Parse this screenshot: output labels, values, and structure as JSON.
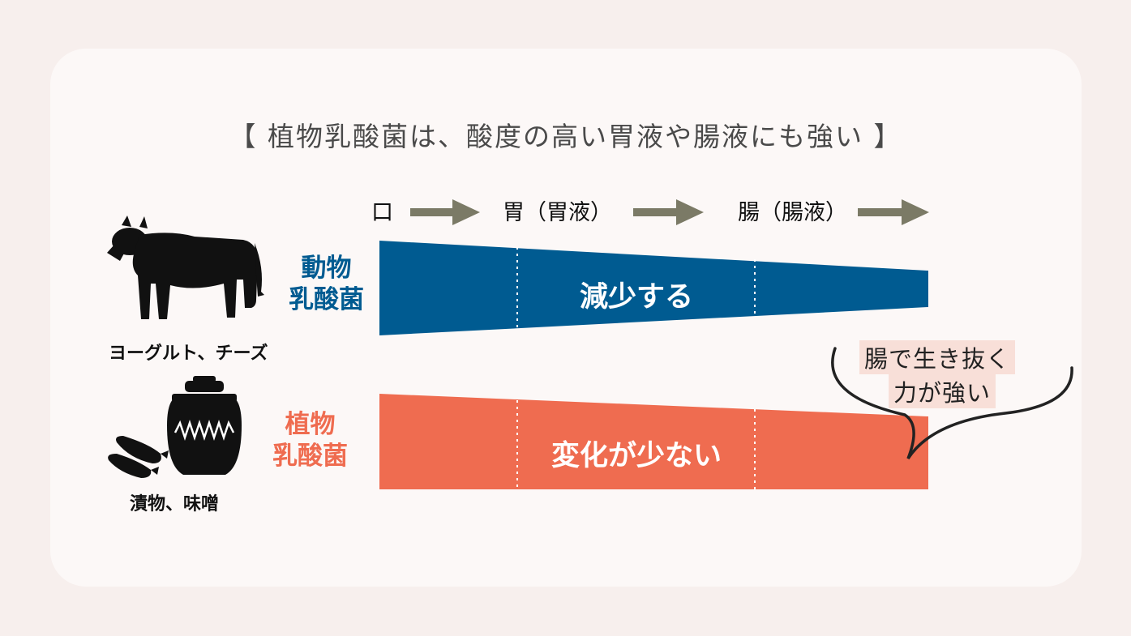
{
  "title": "【 植物乳酸菌は、酸度の高い胃液や腸液にも強い 】",
  "stages": [
    "口",
    "胃（胃液）",
    "腸（腸液）"
  ],
  "animal": {
    "label_line1": "動物",
    "label_line2": "乳酸菌",
    "examples": "ヨーグルト、チーズ",
    "band_text": "減少する",
    "color": "#005b91"
  },
  "plant": {
    "label_line1": "植物",
    "label_line2": "乳酸菌",
    "examples": "漬物、味噌",
    "band_text": "変化が少ない",
    "color": "#ef6c50"
  },
  "callout": {
    "line1": "腸で生き抜く",
    "line2": "力が強い"
  },
  "colors": {
    "arrow": "#7b7a66",
    "title": "#4a4a4a",
    "highlight": "#f8dfd8",
    "background": "#f7efed",
    "card": "#fcf8f7"
  },
  "icons": [
    "cow-icon",
    "pickle-jar-icon",
    "eggplant-icon",
    "speech-bubble-icon"
  ]
}
